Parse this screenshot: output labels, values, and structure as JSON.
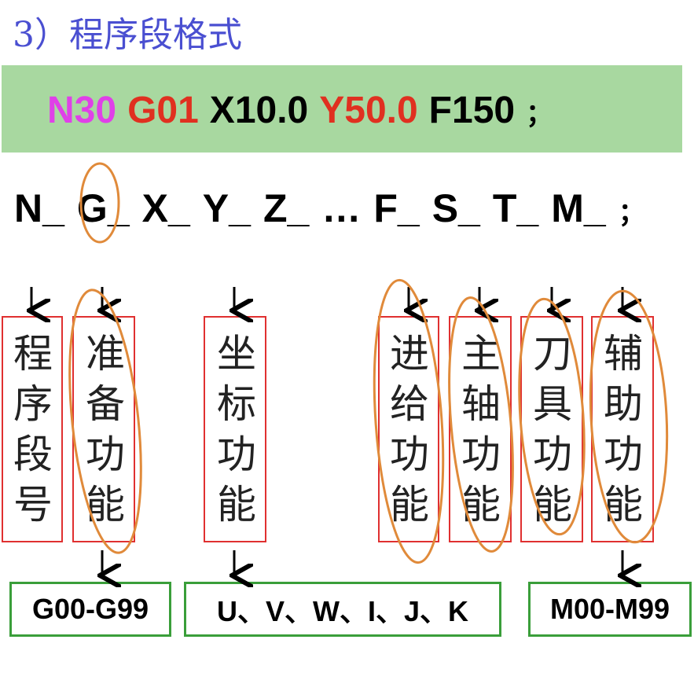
{
  "heading": "3）程序段格式",
  "block": [
    {
      "text": "N30",
      "color": "#e040e8"
    },
    {
      "text": "G01",
      "color": "#e03020"
    },
    {
      "text": "X10.0",
      "color": "#000000"
    },
    {
      "text": "Y50.0",
      "color": "#e03020"
    },
    {
      "text": "F150",
      "color": "#000000"
    },
    {
      "text": "；",
      "color": "#000000"
    }
  ],
  "format": [
    "N_",
    "G_",
    "X_",
    "Y_",
    "Z_",
    "…",
    "F_",
    "S_",
    "T_",
    "M_",
    "；"
  ],
  "functions": [
    {
      "chars": "程序段号"
    },
    {
      "chars": "准备功能"
    },
    {
      "chars": "坐标功能"
    },
    {
      "chars": "进给功能"
    },
    {
      "chars": "主轴功能"
    },
    {
      "chars": "刀具功能"
    },
    {
      "chars": "辅助功能"
    }
  ],
  "ranges": [
    "G00-G99",
    "U、V、W、I、J、K",
    "M00-M99"
  ],
  "colors": {
    "heading": "#4a4fd1",
    "banner": "#a8d8a0",
    "box_border": "#e03030",
    "range_border": "#3a9e3a",
    "annotation": "#e08a3a"
  }
}
